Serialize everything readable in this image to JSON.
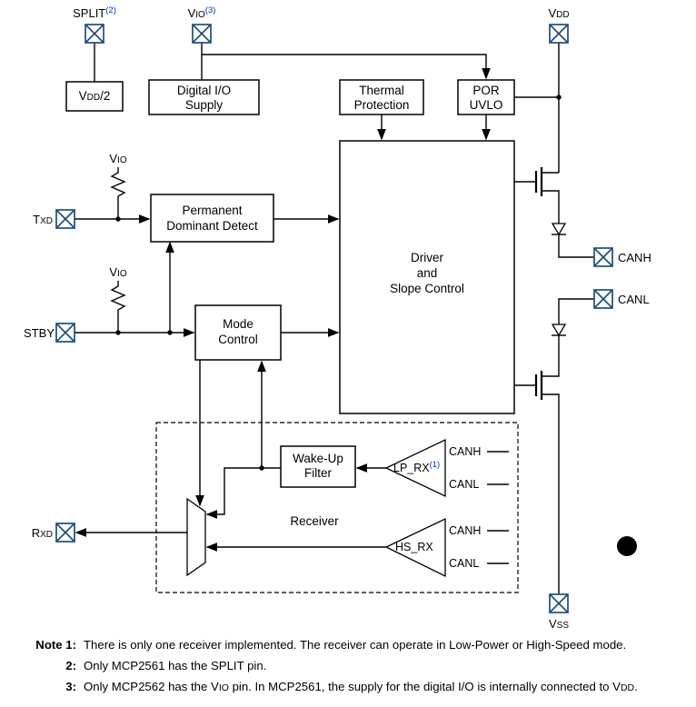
{
  "colors": {
    "accent_blue": "#0033CC",
    "pin_stroke": "#1F4E79",
    "line_black": "#000000"
  },
  "pins": {
    "split": {
      "base": "SPLIT",
      "sup": "(2)"
    },
    "vio": {
      "base": "V",
      "sub": "IO",
      "sup": "(3)"
    },
    "vdd": {
      "base": "V",
      "sub": "DD"
    },
    "txd": {
      "base": "T",
      "sub": "XD"
    },
    "stby": {
      "base": "STBY"
    },
    "rxd": {
      "base": "R",
      "sub": "XD"
    },
    "canh": {
      "base": "CANH"
    },
    "canl": {
      "base": "CANL"
    },
    "vss": {
      "base": "V",
      "sub": "SS"
    }
  },
  "blocks": {
    "vdd_half": {
      "base": "V",
      "sub": "DD",
      "rest": "/2"
    },
    "digital_io": {
      "line1": "Digital I/O",
      "line2": "Supply"
    },
    "thermal": {
      "line1": "Thermal",
      "line2": "Protection"
    },
    "por": {
      "line1": "POR",
      "line2": "UVLO"
    },
    "driver": {
      "line1": "Driver",
      "line2": "and",
      "line3": "Slope Control"
    },
    "pdd": {
      "line1": "Permanent",
      "line2": "Dominant Detect"
    },
    "mode": {
      "line1": "Mode",
      "line2": "Control"
    },
    "wakeup": {
      "line1": "Wake-Up",
      "line2": "Filter"
    },
    "receiver": "Receiver",
    "lp_rx": {
      "base": "LP_RX",
      "sup": "(1)"
    },
    "hs_rx": {
      "base": "HS_RX"
    },
    "lp_in1": "CANH",
    "lp_in2": "CANL",
    "hs_in1": "CANH",
    "hs_in2": "CANL",
    "vio_pullup1": {
      "base": "V",
      "sub": "IO"
    },
    "vio_pullup2": {
      "base": "V",
      "sub": "IO"
    }
  },
  "notes": {
    "n1_label": "Note 1:",
    "n1_text": "There is only one receiver implemented. The receiver can operate in Low-Power or High-Speed mode.",
    "n2_label": "2:",
    "n2_text": "Only MCP2561 has the SPLIT pin.",
    "n3_label": "3:",
    "n3_p1": "Only MCP2562 has the V",
    "n3_sub1": "IO",
    "n3_p2": " pin. In MCP2561, the supply for the digital I/O is internally connected to V",
    "n3_sub2": "DD",
    "n3_p3": "."
  }
}
